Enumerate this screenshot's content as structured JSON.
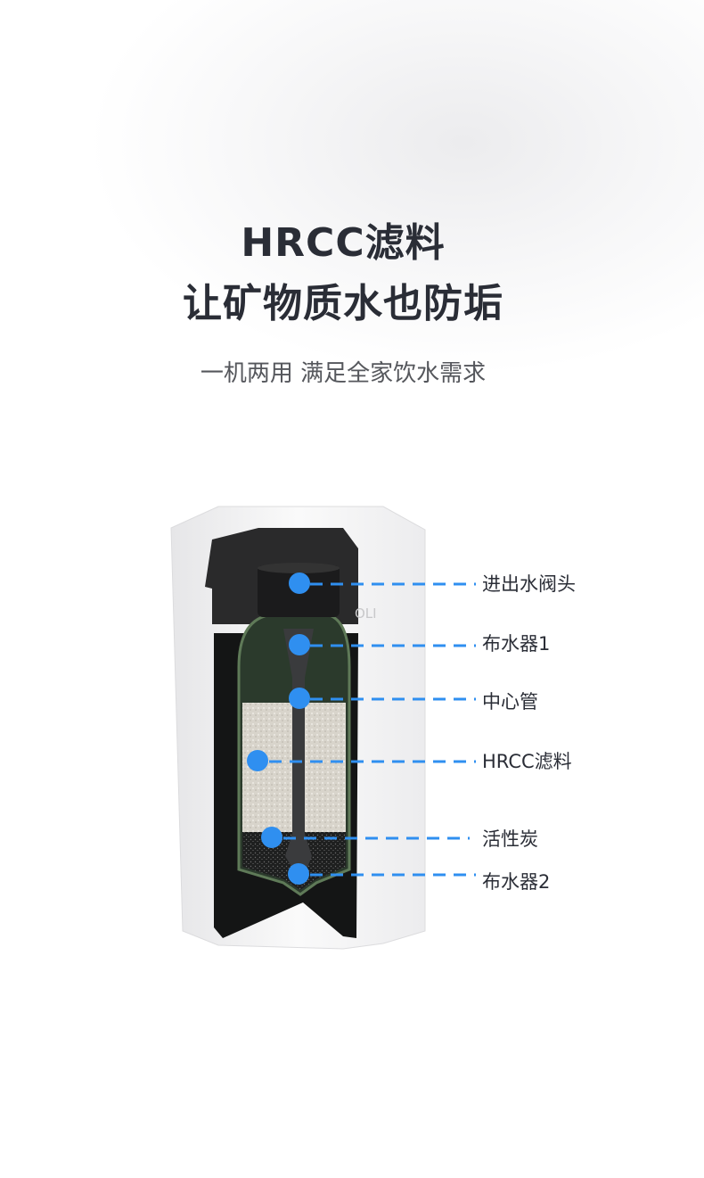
{
  "header": {
    "title_line1": "HRCC滤料",
    "title_line2": "让矿物质水也防垢",
    "subtitle": "一机两用 满足全家饮水需求"
  },
  "product": {
    "logo_text": "OLI",
    "accent_color": "#2f8ff0",
    "callouts": [
      {
        "label": "进出水阀头"
      },
      {
        "label": "布水器1"
      },
      {
        "label": "中心管"
      },
      {
        "label": "HRCC滤料"
      },
      {
        "label": "活性炭"
      },
      {
        "label": "布水器2"
      }
    ]
  }
}
